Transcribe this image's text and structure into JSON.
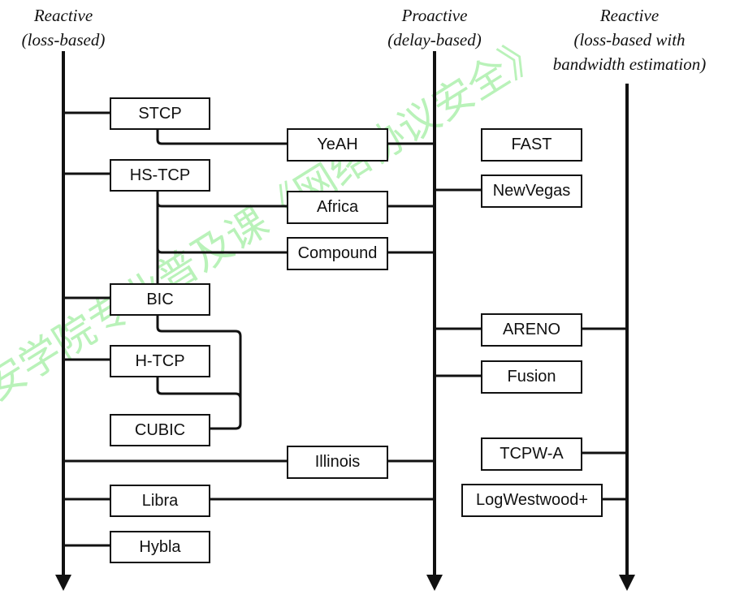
{
  "headers": {
    "left": [
      "Reactive",
      "(loss-based)"
    ],
    "middle": [
      "Proactive",
      "(delay-based)"
    ],
    "right": [
      "Reactive",
      "(loss-based with",
      "bandwidth estimation)"
    ]
  },
  "boxes": {
    "stcp": "STCP",
    "yeah": "YeAH",
    "fast": "FAST",
    "hstcp": "HS-TCP",
    "newvegas": "NewVegas",
    "africa": "Africa",
    "compound": "Compound",
    "bic": "BIC",
    "areno": "ARENO",
    "htcp": "H-TCP",
    "fusion": "Fusion",
    "cubic": "CUBIC",
    "illinois": "Illinois",
    "tcpwa": "TCPW-A",
    "libra": "Libra",
    "logwestwood": "LogWestwood+",
    "hybla": "Hybla"
  },
  "watermark": "安学院专业普及课《网络协议安全》",
  "colors": {
    "line": "#111111",
    "watermark": "#b9f2b9"
  }
}
